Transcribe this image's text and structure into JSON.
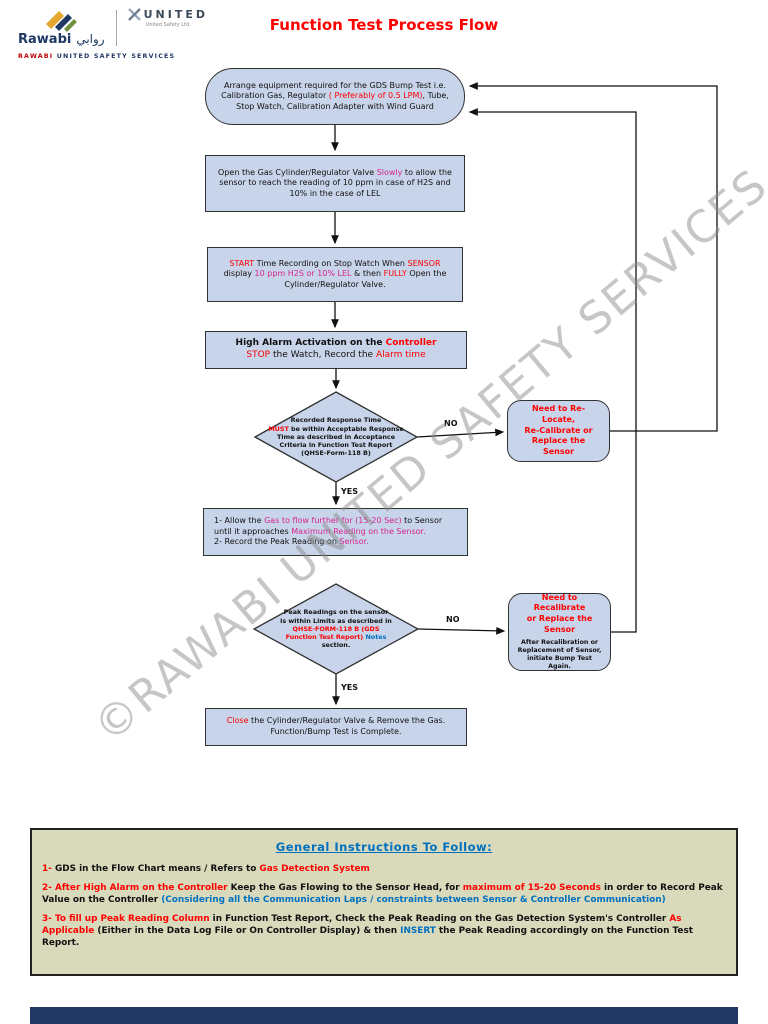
{
  "page": {
    "title": "Function Test Process Flow"
  },
  "colors": {
    "accent_red": "#FF0000",
    "accent_magenta": "#D6258E",
    "accent_blue": "#0070C0",
    "node_fill": "#C8D4EA",
    "panel_bg": "#D8DABB",
    "footer_navy": "#1F3864"
  },
  "header": {
    "brand_rawabi": "Rawabi",
    "brand_rawabi_arabic": "روابي",
    "brand_united": "UNITED",
    "brand_united_sub": "United Safety Ltd.",
    "tagline_segments": [
      {
        "t": "RAWABI ",
        "c": "tag-red"
      },
      {
        "t": "UNITED SAFETY SERVICES",
        "c": "tag-navy"
      }
    ]
  },
  "flowchart": {
    "labels": {
      "yes": "YES",
      "no": "NO"
    },
    "nodes": {
      "start": {
        "segments": [
          {
            "t": "Arrange equipment required for the GDS Bump Test i.e. Calibration Gas, Regulator "
          },
          {
            "t": "( Preferably of 0.5 LPM)",
            "c": "r"
          },
          {
            "t": ", Tube, Stop Watch, Calibration Adapter with Wind Guard"
          }
        ]
      },
      "open_valve": {
        "segments": [
          {
            "t": "Open the Gas Cylinder/Regulator Valve "
          },
          {
            "t": "Slowly",
            "c": "m"
          },
          {
            "t": " to allow the sensor to reach the reading of 10 ppm in case of H2S and 10% in the case of LEL"
          }
        ]
      },
      "start_timer": {
        "segments": [
          {
            "t": "START",
            "c": "r"
          },
          {
            "t": " Time Recording on Stop Watch When "
          },
          {
            "t": "SENSOR",
            "c": "r"
          },
          {
            "t": " display "
          },
          {
            "t": "10 ppm H2S or 10% LEL",
            "c": "m"
          },
          {
            "t": " & then "
          },
          {
            "t": "FULLY",
            "c": "r"
          },
          {
            "t": " Open the Cylinder/Regulator Valve."
          }
        ]
      },
      "high_alarm": {
        "segments": [
          {
            "t": "High Alarm Activation on the ",
            "c": "bd"
          },
          {
            "t": "Controller",
            "c": "bd r"
          },
          {
            "br": true
          },
          {
            "t": "STOP",
            "c": "r"
          },
          {
            "t": " the Watch, Record the "
          },
          {
            "t": "Alarm time",
            "c": "r"
          }
        ]
      },
      "decision_response": {
        "segments": [
          {
            "t": "Recorded Response Time"
          },
          {
            "br": true
          },
          {
            "t": "MUST",
            "c": "r"
          },
          {
            "t": " be within Acceptable Response"
          },
          {
            "br": true
          },
          {
            "t": "Time as described in Acceptance"
          },
          {
            "br": true
          },
          {
            "t": "Criteria in Function Test Report"
          },
          {
            "br": true
          },
          {
            "t": "(QHSE-Form-118 B)"
          }
        ]
      },
      "relocate": {
        "segments": [
          {
            "t": "Need to Re-Locate,",
            "c": "r"
          },
          {
            "br": true
          },
          {
            "t": "Re-Calibrate or",
            "c": "r"
          },
          {
            "br": true
          },
          {
            "t": "Replace the Sensor",
            "c": "r"
          }
        ]
      },
      "allow_gas": {
        "segments": [
          {
            "t": "1- Allow the "
          },
          {
            "t": "Gas to flow further for (15-20 Sec)",
            "c": "m"
          },
          {
            "t": " to Sensor until it approaches "
          },
          {
            "t": "Maximum Reading on the Sensor.",
            "c": "m"
          },
          {
            "br": true
          },
          {
            "t": "2- Record the Peak Reading on "
          },
          {
            "t": "Sensor.",
            "c": "m"
          }
        ]
      },
      "decision_peak": {
        "segments": [
          {
            "t": "Peak Readings on the sensor"
          },
          {
            "br": true
          },
          {
            "t": "is within Limits as described in"
          },
          {
            "br": true
          },
          {
            "t": "QHSE-FORM-118 B",
            "c": "r"
          },
          {
            "t": "  "
          },
          {
            "t": "(GDS",
            "c": "r"
          },
          {
            "br": true
          },
          {
            "t": "Function Test Report)",
            "c": "r"
          },
          {
            "t": " "
          },
          {
            "t": "Notes",
            "c": "bl"
          },
          {
            "br": true
          },
          {
            "t": "section."
          }
        ]
      },
      "recalibrate": {
        "title_segments": [
          {
            "t": "Need to Recalibrate",
            "c": "r"
          },
          {
            "br": true
          },
          {
            "t": "or Replace the",
            "c": "r"
          },
          {
            "br": true
          },
          {
            "t": "Sensor",
            "c": "r"
          }
        ],
        "note_segments": [
          {
            "t": "After Recalibration or"
          },
          {
            "br": true
          },
          {
            "t": "Replacement of Sensor,"
          },
          {
            "br": true
          },
          {
            "t": "initiate Bump Test Again."
          }
        ]
      },
      "close_valve": {
        "segments": [
          {
            "t": "Close",
            "c": "r"
          },
          {
            "t": " the Cylinder/Regulator Valve & Remove the Gas."
          },
          {
            "br": true
          },
          {
            "t": "Function/Bump Test is Complete."
          }
        ]
      }
    }
  },
  "watermark": "©RAWABI UNITED SAFETY SERVICES",
  "instructions": {
    "heading": "General Instructions To Follow:",
    "items": [
      {
        "segments": [
          {
            "t": "1- ",
            "c": "r"
          },
          {
            "t": "GDS in the Flow Chart means / Refers to "
          },
          {
            "t": "Gas Detection System",
            "c": "r"
          }
        ]
      },
      {
        "segments": [
          {
            "t": "2- After High Alarm on the Controller ",
            "c": "r"
          },
          {
            "t": "Keep the Gas Flowing to the Sensor Head, for "
          },
          {
            "t": "maximum of  15-20 Seconds",
            "c": "r"
          },
          {
            "t": " in order to Record Peak Value on the Controller "
          },
          {
            "t": "(Considering all the Communication Laps / constraints between Sensor & Controller Communication)",
            "c": "bl"
          }
        ]
      },
      {
        "segments": [
          {
            "t": "3- To fill up Peak Reading Column",
            "c": "r"
          },
          {
            "t": " in Function Test Report, Check the Peak Reading on the Gas Detection System's Controller "
          },
          {
            "t": "As Applicable",
            "c": "r"
          },
          {
            "t": " (Either in the Data Log File or On Controller Display) & then "
          },
          {
            "t": "INSERT",
            "c": "bl"
          },
          {
            "t": " the Peak Reading accordingly on the Function Test Report."
          }
        ]
      }
    ]
  }
}
